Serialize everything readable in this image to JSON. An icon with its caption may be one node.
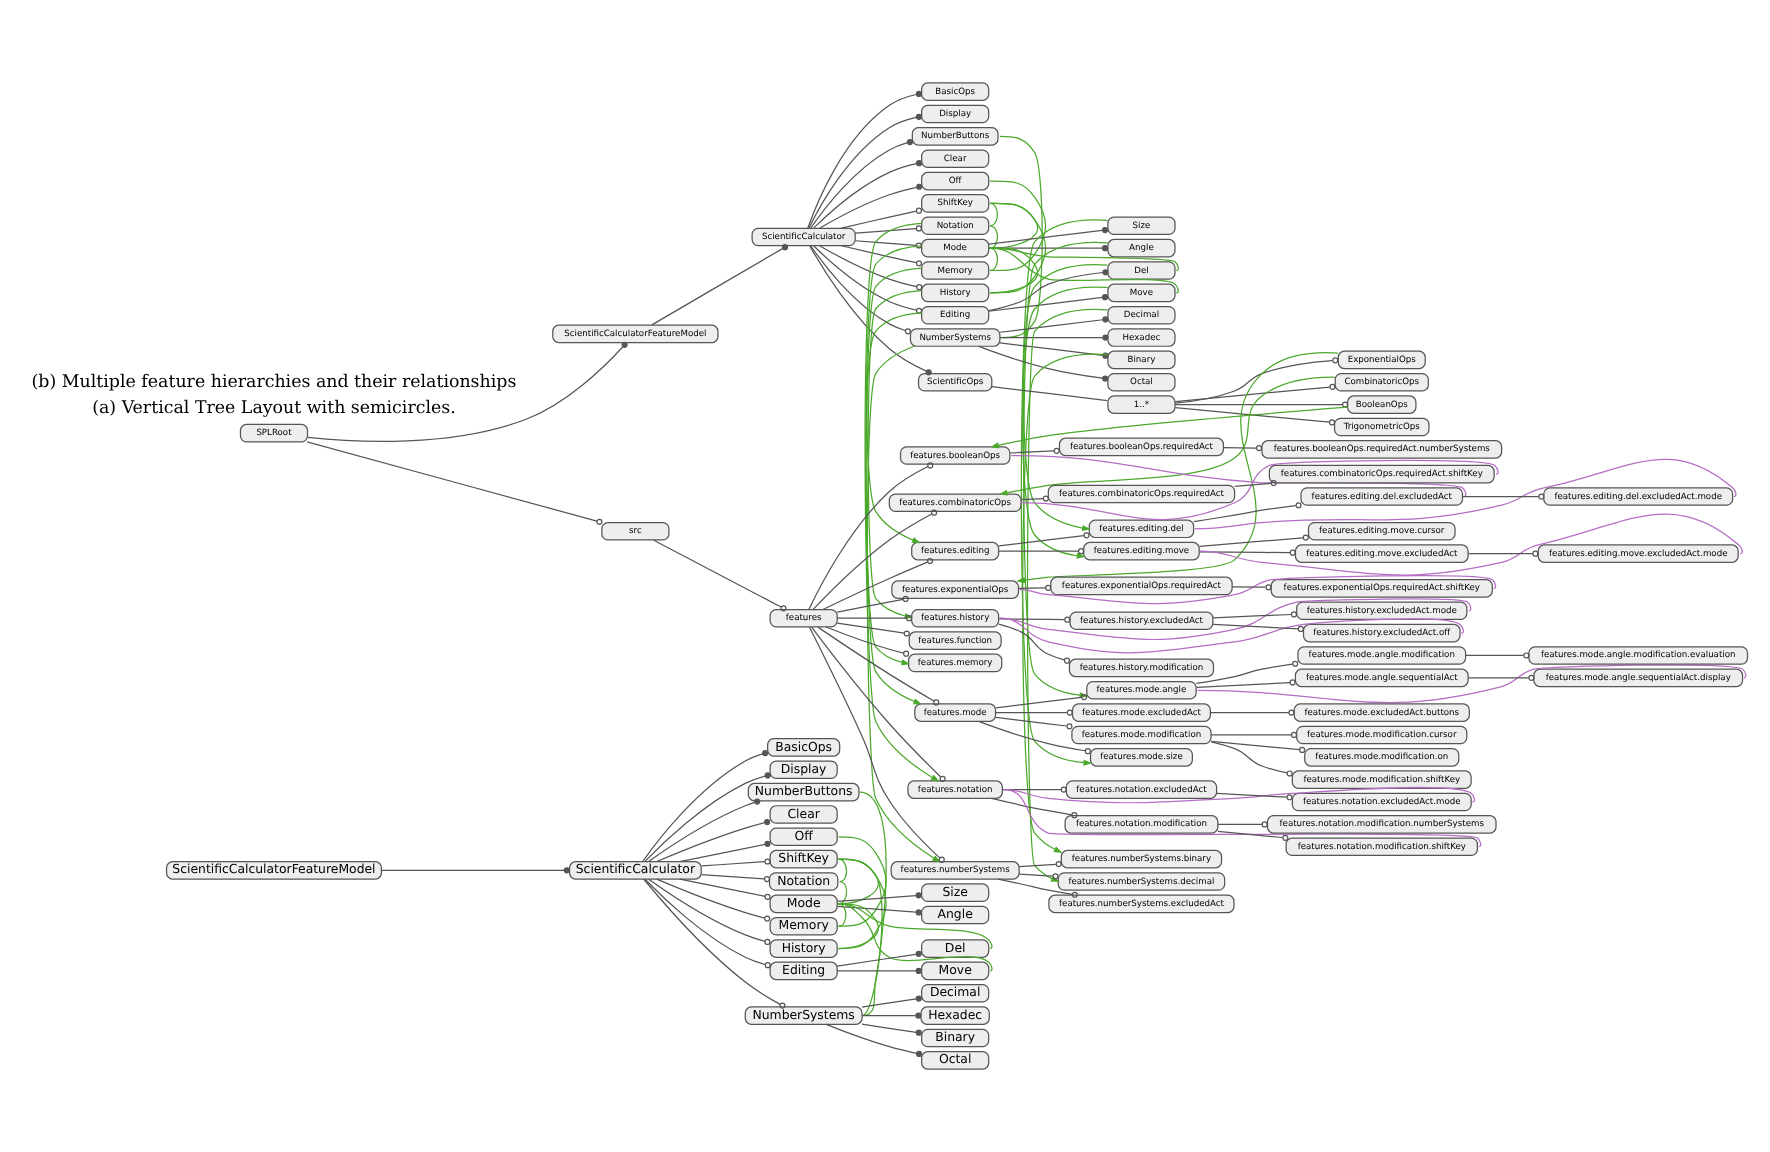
{
  "diagram": {
    "nodes": [
      {
        "text": [
          "ScientificCalculatorFeatureModel"
        ]
      },
      {
        "text": [
          "ScientificCalculator"
        ]
      },
      {
        "text": [
          "BasicOps"
        ]
      },
      {
        "text": [
          "Display"
        ]
      },
      {
        "text": [
          "NumberButtons"
        ]
      },
      {
        "text": [
          "Clear"
        ]
      },
      {
        "text": [
          "Off"
        ]
      },
      {
        "text": [
          "ShiftKey"
        ]
      },
      {
        "text": [
          "Notation"
        ]
      },
      {
        "text": [
          "Mode"
        ]
      },
      {
        "text": [
          "Size"
        ]
      },
      {
        "text": [
          "Angle"
        ]
      },
      {
        "text": [
          "Memory"
        ]
      },
      {
        "text": [
          "History"
        ]
      },
      {
        "text": [
          "Editing"
        ]
      },
      {
        "text": [
          "Del"
        ]
      },
      {
        "text": [
          "Move"
        ]
      },
      {
        "text": [
          "NumberSystems"
        ]
      },
      {
        "text": [
          "Decimal"
        ]
      },
      {
        "text": [
          "Hexadec"
        ]
      },
      {
        "text": [
          "Binary"
        ]
      },
      {
        "text": [
          "Octal"
        ]
      },
      {
        "text": [
          "SPLRoot"
        ]
      },
      {
        "text": [
          "ScientificCalculatorFeatureModel"
        ]
      },
      {
        "text": [
          "ScientificCalculator"
        ]
      },
      {
        "text": [
          "BasicOps"
        ]
      },
      {
        "text": [
          "Display"
        ]
      },
      {
        "text": [
          "NumberButtons"
        ]
      },
      {
        "text": [
          "Clear"
        ]
      },
      {
        "text": [
          "Off"
        ]
      },
      {
        "text": [
          "ShiftKey"
        ]
      },
      {
        "text": [
          "Notation"
        ]
      },
      {
        "text": [
          "Mode"
        ]
      },
      {
        "text": [
          "Size"
        ]
      },
      {
        "text": [
          "Angle"
        ]
      },
      {
        "text": [
          "Memory"
        ]
      },
      {
        "text": [
          "History"
        ]
      },
      {
        "text": [
          "Editing"
        ]
      },
      {
        "text": [
          "Del"
        ]
      },
      {
        "text": [
          "Move"
        ]
      },
      {
        "text": [
          "NumberSystems"
        ]
      },
      {
        "text": [
          "Decimal"
        ]
      },
      {
        "text": [
          "Hexadec"
        ]
      },
      {
        "text": [
          "Binary"
        ]
      },
      {
        "text": [
          "Octal"
        ]
      },
      {
        "text": [
          "ScientificOps"
        ]
      },
      {
        "text": [
          "1..*"
        ]
      },
      {
        "text": [
          "ExponentialOps"
        ]
      },
      {
        "text": [
          "CombinatoricOps"
        ]
      },
      {
        "text": [
          "BooleanOps"
        ]
      },
      {
        "text": [
          "TrigonometricOps"
        ]
      },
      {
        "text": [
          "src"
        ]
      },
      {
        "text": [
          "features"
        ]
      },
      {
        "text": [
          "features.booleanOps"
        ]
      },
      {
        "text": [
          "features.booleanOps.requiredAct"
        ]
      },
      {
        "text": [
          "features.booleanOps.requiredAct.numberSystems"
        ]
      },
      {
        "text": [
          "features.combinatoricOps"
        ]
      },
      {
        "text": [
          "features.combinatoricOps.requiredAct"
        ]
      },
      {
        "text": [
          "features.combinatoricOps.requiredAct.shiftKey"
        ]
      },
      {
        "text": [
          "features.editing"
        ]
      },
      {
        "text": [
          "features.editing.del"
        ]
      },
      {
        "text": [
          "features.editing.del.excludedAct"
        ]
      },
      {
        "text": [
          "features.editing.del.excludedAct.mode"
        ]
      },
      {
        "text": [
          "features.editing.move"
        ]
      },
      {
        "text": [
          "features.editing.move.cursor"
        ]
      },
      {
        "text": [
          "features.editing.move.excludedAct"
        ]
      },
      {
        "text": [
          "features.editing.move.excludedAct.mode"
        ]
      },
      {
        "text": [
          "features.exponentialOps"
        ]
      },
      {
        "text": [
          "features.exponentialOps.requiredAct"
        ]
      },
      {
        "text": [
          "features.exponentialOps.requiredAct.shiftKey"
        ]
      },
      {
        "text": [
          "features.history"
        ]
      },
      {
        "text": [
          "features.history.excludedAct"
        ]
      },
      {
        "text": [
          "features.history.excludedAct.mode"
        ]
      },
      {
        "text": [
          "features.history.excludedAct.off"
        ]
      },
      {
        "text": [
          "features.history.modification"
        ]
      },
      {
        "text": [
          "features.function"
        ]
      },
      {
        "text": [
          "features.memory"
        ]
      },
      {
        "text": [
          "features.mode"
        ]
      },
      {
        "text": [
          "features.mode.angle"
        ]
      },
      {
        "text": [
          "features.mode.angle.modification"
        ]
      },
      {
        "text": [
          "features.mode.angle.modification.evaluation"
        ]
      },
      {
        "text": [
          "features.mode.angle.sequentialAct"
        ]
      },
      {
        "text": [
          "features.mode.angle.sequentialAct.display"
        ]
      },
      {
        "text": [
          "features.mode.excludedAct"
        ]
      },
      {
        "text": [
          "features.mode.excludedAct.buttons"
        ]
      },
      {
        "text": [
          "features.mode.modification"
        ]
      },
      {
        "text": [
          "features.mode.modification.cursor"
        ]
      },
      {
        "text": [
          "features.mode.modification.on"
        ]
      },
      {
        "text": [
          "features.mode.modification.shiftKey"
        ]
      },
      {
        "text": [
          "features.mode.size"
        ]
      },
      {
        "text": [
          "features.notation"
        ]
      },
      {
        "text": [
          "features.notation.excludedAct"
        ]
      },
      {
        "text": [
          "features.notation.excludedAct.mode"
        ]
      },
      {
        "text": [
          "features.notation.modification"
        ]
      },
      {
        "text": [
          "features.notation.modification.numberSystems"
        ]
      },
      {
        "text": [
          "features.notation.modification.shiftKey"
        ]
      },
      {
        "text": [
          "features.numberSystems"
        ]
      },
      {
        "text": [
          "features.numberSystems.binary"
        ]
      },
      {
        "text": [
          "features.numberSystems.decimal"
        ]
      },
      {
        "text": [
          "features.numberSystems.excludedAct"
        ]
      }
    ],
    "edges": [
      {
        "from": 0,
        "to": 1,
        "arrow": "other"
      },
      {
        "from": 1,
        "to": 2,
        "arrow": "other"
      },
      {
        "from": 1,
        "to": 3,
        "arrow": "other"
      },
      {
        "from": 1,
        "to": 4,
        "arrow": "other"
      },
      {
        "from": 1,
        "to": 5,
        "arrow": "other"
      },
      {
        "from": 1,
        "to": 6,
        "arrow": "other"
      },
      {
        "from": 1,
        "to": 7,
        "arrow": "other"
      },
      {
        "from": 1,
        "to": 8,
        "arrow": "other"
      },
      {
        "from": 1,
        "to": 9,
        "arrow": "other"
      },
      {
        "from": 9,
        "to": 10,
        "arrow": "other"
      },
      {
        "from": 9,
        "to": 11,
        "arrow": "other"
      },
      {
        "from": 1,
        "to": 12,
        "arrow": "other"
      },
      {
        "from": 1,
        "to": 13,
        "arrow": "other"
      },
      {
        "from": 1,
        "to": 14,
        "arrow": "other"
      },
      {
        "from": 14,
        "to": 15,
        "arrow": "other"
      },
      {
        "from": 14,
        "to": 16,
        "arrow": "other"
      },
      {
        "from": 1,
        "to": 17,
        "arrow": "other"
      },
      {
        "from": 17,
        "to": 18,
        "arrow": "other"
      },
      {
        "from": 17,
        "to": 19,
        "arrow": "other"
      },
      {
        "from": 17,
        "to": 20,
        "arrow": "other"
      },
      {
        "from": 17,
        "to": 21,
        "arrow": "other"
      },
      {
        "from": 4,
        "to": 17,
        "arrow": "none",
        "color": "#4aa82a"
      },
      {
        "from": 6,
        "to": 12,
        "arrow": "none",
        "color": "#4aa82a"
      },
      {
        "from": 7,
        "to": 8,
        "arrow": "none",
        "color": "#4aa82a"
      },
      {
        "from": 7,
        "to": 9,
        "arrow": "none",
        "color": "#4aa82a"
      },
      {
        "from": 8,
        "to": 9,
        "arrow": "none",
        "color": "#4aa82a"
      },
      {
        "from": 7,
        "to": 13,
        "arrow": "none",
        "color": "#4aa82a"
      },
      {
        "from": 7,
        "to": 17,
        "arrow": "none",
        "color": "#4aa82a"
      },
      {
        "from": 9,
        "to": 12,
        "arrow": "none",
        "color": "#4aa82a"
      },
      {
        "from": 9,
        "to": 13,
        "arrow": "none",
        "color": "#4aa82a"
      },
      {
        "from": 9,
        "to": 15,
        "arrow": "none",
        "color": "#4aa82a"
      },
      {
        "from": 9,
        "to": 16,
        "arrow": "none",
        "color": "#4aa82a"
      },
      {
        "from": 22,
        "to": 23,
        "arrow": "other"
      },
      {
        "from": 23,
        "to": 24,
        "arrow": "other"
      },
      {
        "from": 24,
        "to": 25,
        "arrow": "other"
      },
      {
        "from": 24,
        "to": 26,
        "arrow": "other"
      },
      {
        "from": 24,
        "to": 27,
        "arrow": "other"
      },
      {
        "from": 24,
        "to": 28,
        "arrow": "other"
      },
      {
        "from": 24,
        "to": 29,
        "arrow": "other"
      },
      {
        "from": 24,
        "to": 30,
        "arrow": "other"
      },
      {
        "from": 24,
        "to": 31,
        "arrow": "other"
      },
      {
        "from": 24,
        "to": 32,
        "arrow": "other"
      },
      {
        "from": 32,
        "to": 33,
        "arrow": "other"
      },
      {
        "from": 32,
        "to": 34,
        "arrow": "other"
      },
      {
        "from": 24,
        "to": 35,
        "arrow": "other"
      },
      {
        "from": 24,
        "to": 36,
        "arrow": "other"
      },
      {
        "from": 24,
        "to": 37,
        "arrow": "other"
      },
      {
        "from": 37,
        "to": 38,
        "arrow": "other"
      },
      {
        "from": 37,
        "to": 39,
        "arrow": "other"
      },
      {
        "from": 24,
        "to": 40,
        "arrow": "other"
      },
      {
        "from": 40,
        "to": 41,
        "arrow": "other"
      },
      {
        "from": 40,
        "to": 42,
        "arrow": "other"
      },
      {
        "from": 40,
        "to": 43,
        "arrow": "other"
      },
      {
        "from": 40,
        "to": 44,
        "arrow": "other"
      },
      {
        "from": 24,
        "to": 45,
        "arrow": "other"
      },
      {
        "from": 45,
        "to": 46,
        "arrow": "none"
      },
      {
        "from": 46,
        "to": 47,
        "arrow": "other"
      },
      {
        "from": 46,
        "to": 48,
        "arrow": "other"
      },
      {
        "from": 46,
        "to": 49,
        "arrow": "other"
      },
      {
        "from": 46,
        "to": 50,
        "arrow": "other"
      },
      {
        "from": 22,
        "to": 51,
        "arrow": "other"
      },
      {
        "from": 51,
        "to": 52,
        "arrow": "other"
      },
      {
        "from": 52,
        "to": 53,
        "arrow": "other"
      },
      {
        "from": 53,
        "to": 54,
        "arrow": "other"
      },
      {
        "from": 54,
        "to": 55,
        "arrow": "other"
      },
      {
        "from": 52,
        "to": 56,
        "arrow": "other"
      },
      {
        "from": 56,
        "to": 57,
        "arrow": "other"
      },
      {
        "from": 57,
        "to": 58,
        "arrow": "other"
      },
      {
        "from": 52,
        "to": 59,
        "arrow": "other"
      },
      {
        "from": 59,
        "to": 60,
        "arrow": "other"
      },
      {
        "from": 60,
        "to": 61,
        "arrow": "other"
      },
      {
        "from": 61,
        "to": 62,
        "arrow": "other"
      },
      {
        "from": 59,
        "to": 63,
        "arrow": "other"
      },
      {
        "from": 63,
        "to": 64,
        "arrow": "other"
      },
      {
        "from": 63,
        "to": 65,
        "arrow": "other"
      },
      {
        "from": 65,
        "to": 66,
        "arrow": "other"
      },
      {
        "from": 52,
        "to": 67,
        "arrow": "other"
      },
      {
        "from": 67,
        "to": 68,
        "arrow": "other"
      },
      {
        "from": 68,
        "to": 69,
        "arrow": "other"
      },
      {
        "from": 52,
        "to": 70,
        "arrow": "other"
      },
      {
        "from": 70,
        "to": 71,
        "arrow": "other"
      },
      {
        "from": 71,
        "to": 72,
        "arrow": "other"
      },
      {
        "from": 71,
        "to": 73,
        "arrow": "other"
      },
      {
        "from": 70,
        "to": 74,
        "arrow": "other"
      },
      {
        "from": 52,
        "to": 75,
        "arrow": "other"
      },
      {
        "from": 52,
        "to": 76,
        "arrow": "other"
      },
      {
        "from": 52,
        "to": 77,
        "arrow": "other"
      },
      {
        "from": 77,
        "to": 78,
        "arrow": "other"
      },
      {
        "from": 78,
        "to": 79,
        "arrow": "other"
      },
      {
        "from": 79,
        "to": 80,
        "arrow": "other"
      },
      {
        "from": 78,
        "to": 81,
        "arrow": "other"
      },
      {
        "from": 81,
        "to": 82,
        "arrow": "other"
      },
      {
        "from": 77,
        "to": 83,
        "arrow": "other"
      },
      {
        "from": 83,
        "to": 84,
        "arrow": "other"
      },
      {
        "from": 77,
        "to": 85,
        "arrow": "other"
      },
      {
        "from": 85,
        "to": 86,
        "arrow": "other"
      },
      {
        "from": 85,
        "to": 87,
        "arrow": "other"
      },
      {
        "from": 85,
        "to": 88,
        "arrow": "other"
      },
      {
        "from": 77,
        "to": 89,
        "arrow": "other"
      },
      {
        "from": 52,
        "to": 90,
        "arrow": "other"
      },
      {
        "from": 90,
        "to": 91,
        "arrow": "other"
      },
      {
        "from": 91,
        "to": 92,
        "arrow": "other"
      },
      {
        "from": 90,
        "to": 93,
        "arrow": "other"
      },
      {
        "from": 93,
        "to": 94,
        "arrow": "other"
      },
      {
        "from": 93,
        "to": 95,
        "arrow": "other"
      },
      {
        "from": 52,
        "to": 96,
        "arrow": "other"
      },
      {
        "from": 96,
        "to": 97,
        "arrow": "other"
      },
      {
        "from": 96,
        "to": 98,
        "arrow": "other"
      },
      {
        "from": 96,
        "to": 99,
        "arrow": "other"
      },
      {
        "from": 27,
        "to": 40,
        "arrow": "none",
        "color": "#4aa82a"
      },
      {
        "from": 29,
        "to": 35,
        "arrow": "none",
        "color": "#4aa82a"
      },
      {
        "from": 30,
        "to": 31,
        "arrow": "none",
        "color": "#4aa82a"
      },
      {
        "from": 30,
        "to": 32,
        "arrow": "none",
        "color": "#4aa82a"
      },
      {
        "from": 31,
        "to": 32,
        "arrow": "none",
        "color": "#4aa82a"
      },
      {
        "from": 30,
        "to": 36,
        "arrow": "none",
        "color": "#4aa82a"
      },
      {
        "from": 32,
        "to": 35,
        "arrow": "none",
        "color": "#4aa82a"
      },
      {
        "from": 32,
        "to": 36,
        "arrow": "none",
        "color": "#4aa82a"
      },
      {
        "from": 32,
        "to": 38,
        "arrow": "none",
        "color": "#4aa82a"
      },
      {
        "from": 32,
        "to": 39,
        "arrow": "none",
        "color": "#4aa82a"
      },
      {
        "from": 49,
        "to": 53,
        "arrow": "to",
        "color": "#4aa82a"
      },
      {
        "from": 48,
        "to": 56,
        "arrow": "to",
        "color": "#4aa82a"
      },
      {
        "from": 37,
        "to": 59,
        "arrow": "to",
        "color": "#4aa82a"
      },
      {
        "from": 38,
        "to": 60,
        "arrow": "to",
        "color": "#4aa82a"
      },
      {
        "from": 39,
        "to": 63,
        "arrow": "to",
        "color": "#4aa82a"
      },
      {
        "from": 47,
        "to": 67,
        "arrow": "to",
        "color": "#4aa82a"
      },
      {
        "from": 36,
        "to": 70,
        "arrow": "to",
        "color": "#4aa82a"
      },
      {
        "from": 35,
        "to": 76,
        "arrow": "to",
        "color": "#4aa82a"
      },
      {
        "from": 32,
        "to": 77,
        "arrow": "to",
        "color": "#4aa82a"
      },
      {
        "from": 34,
        "to": 78,
        "arrow": "to",
        "color": "#4aa82a"
      },
      {
        "from": 33,
        "to": 89,
        "arrow": "to",
        "color": "#4aa82a"
      },
      {
        "from": 31,
        "to": 90,
        "arrow": "to",
        "color": "#4aa82a"
      },
      {
        "from": 40,
        "to": 96,
        "arrow": "to",
        "color": "#4aa82a"
      },
      {
        "from": 43,
        "to": 97,
        "arrow": "to",
        "color": "#4aa82a"
      },
      {
        "from": 41,
        "to": 98,
        "arrow": "to",
        "color": "#4aa82a"
      },
      {
        "from": 53,
        "to": 61,
        "arrow": "none",
        "color": "#b56cc4"
      },
      {
        "from": 56,
        "to": 58,
        "arrow": "none",
        "color": "#b56cc4"
      },
      {
        "from": 60,
        "to": 62,
        "arrow": "none",
        "color": "#b56cc4"
      },
      {
        "from": 63,
        "to": 66,
        "arrow": "none",
        "color": "#b56cc4"
      },
      {
        "from": 67,
        "to": 69,
        "arrow": "none",
        "color": "#b56cc4"
      },
      {
        "from": 70,
        "to": 72,
        "arrow": "none",
        "color": "#b56cc4"
      },
      {
        "from": 70,
        "to": 73,
        "arrow": "none",
        "color": "#b56cc4"
      },
      {
        "from": 78,
        "to": 82,
        "arrow": "none",
        "color": "#b56cc4"
      },
      {
        "from": 90,
        "to": 92,
        "arrow": "none",
        "color": "#b56cc4"
      },
      {
        "from": 90,
        "to": 95,
        "arrow": "none",
        "color": "#b56cc4"
      }
    ],
    "labels": [
      "(a) Vertical Tree Layout with semicircles.",
      "(b) Multiple feature hierarchies and their relationships"
    ]
  }
}
